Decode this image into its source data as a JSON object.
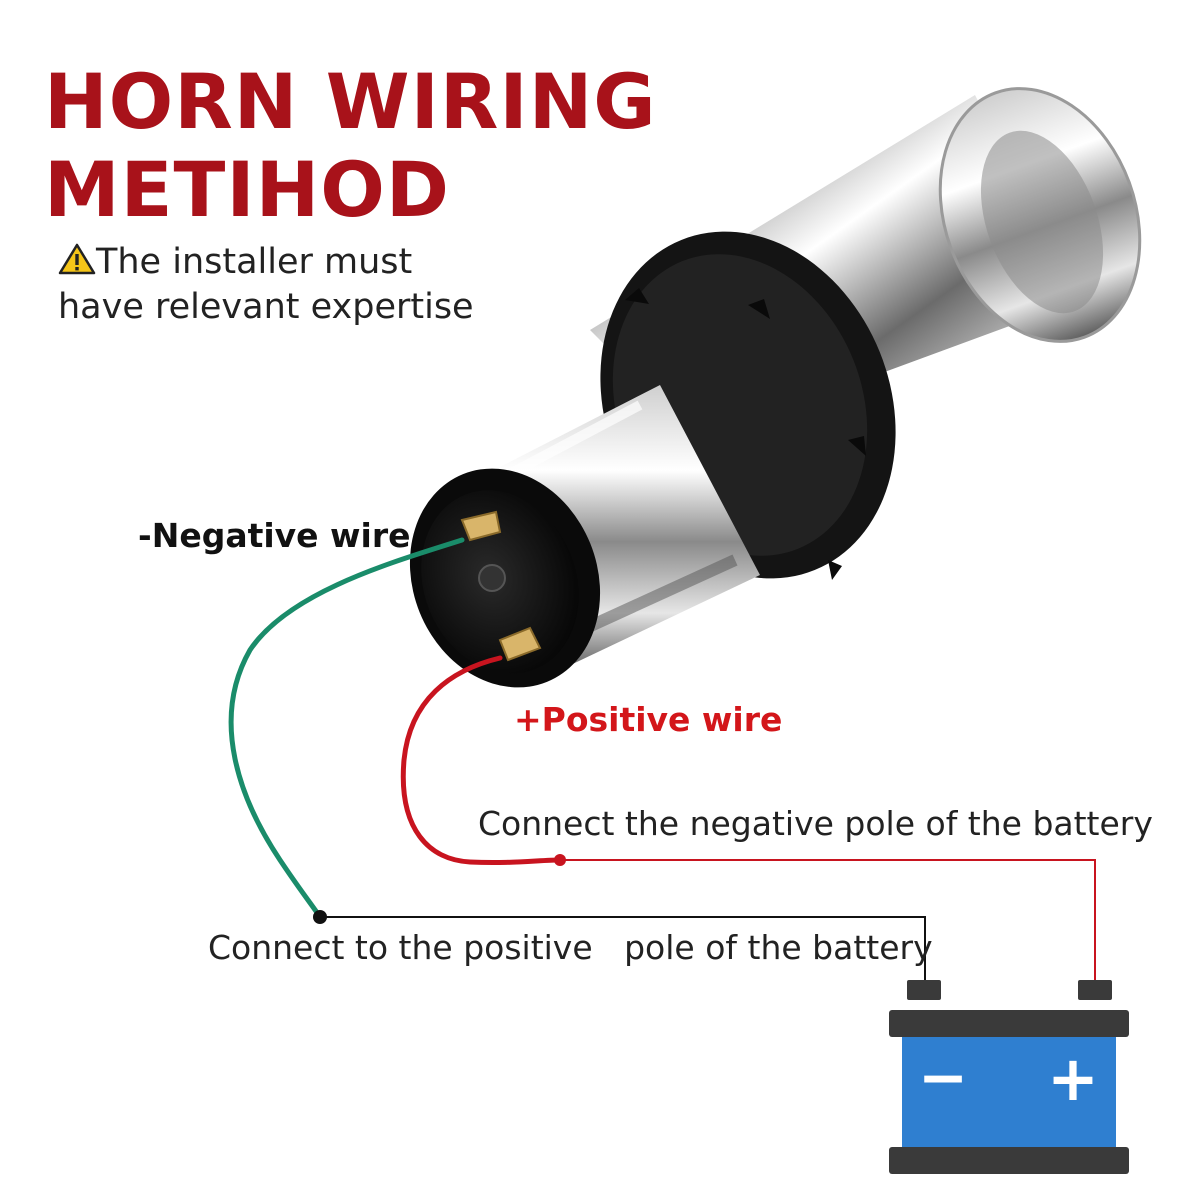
{
  "title": {
    "line1": "HORN WIRING",
    "line2": "METIHOD"
  },
  "warning": {
    "icon": "warning-triangle-icon",
    "line1": "The installer must",
    "line2": "have relevant expertise"
  },
  "labels": {
    "negative_wire": "-Negative wire",
    "positive_wire": "+Positive wire",
    "connect_negative": "Connect the negative pole of the battery",
    "connect_positive": "Connect to the positive   pole of the battery"
  },
  "battery": {
    "minus": "−",
    "plus": "+"
  },
  "colors": {
    "title": "#a8121a",
    "positive_text": "#d3161a",
    "green_wire": "#1a8c6a",
    "red_wire": "#c8141f",
    "battery_body": "#2f7fd0",
    "battery_dark": "#3a3a3a"
  }
}
